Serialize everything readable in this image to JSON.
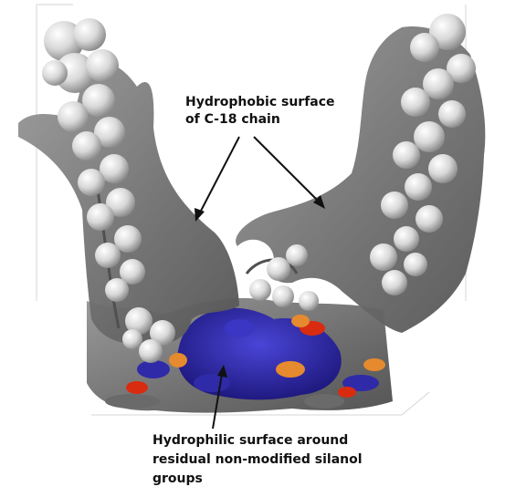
{
  "annotations": {
    "hydrophobic": {
      "lines": [
        "Hydrophobic surface",
        "of C-18 chain"
      ]
    },
    "hydrophilic": {
      "lines": [
        "Hydrophilic surface around",
        "residual non-modified silanol",
        "groups"
      ]
    }
  },
  "colors": {
    "surface_gray": "#7a7a7a",
    "atom_white": "#e6e6e6",
    "silanol_blue": "#2f2aa8",
    "oxygen_red": "#d92b10",
    "silicon_orange": "#e58a2e",
    "arrow": "#111111"
  }
}
